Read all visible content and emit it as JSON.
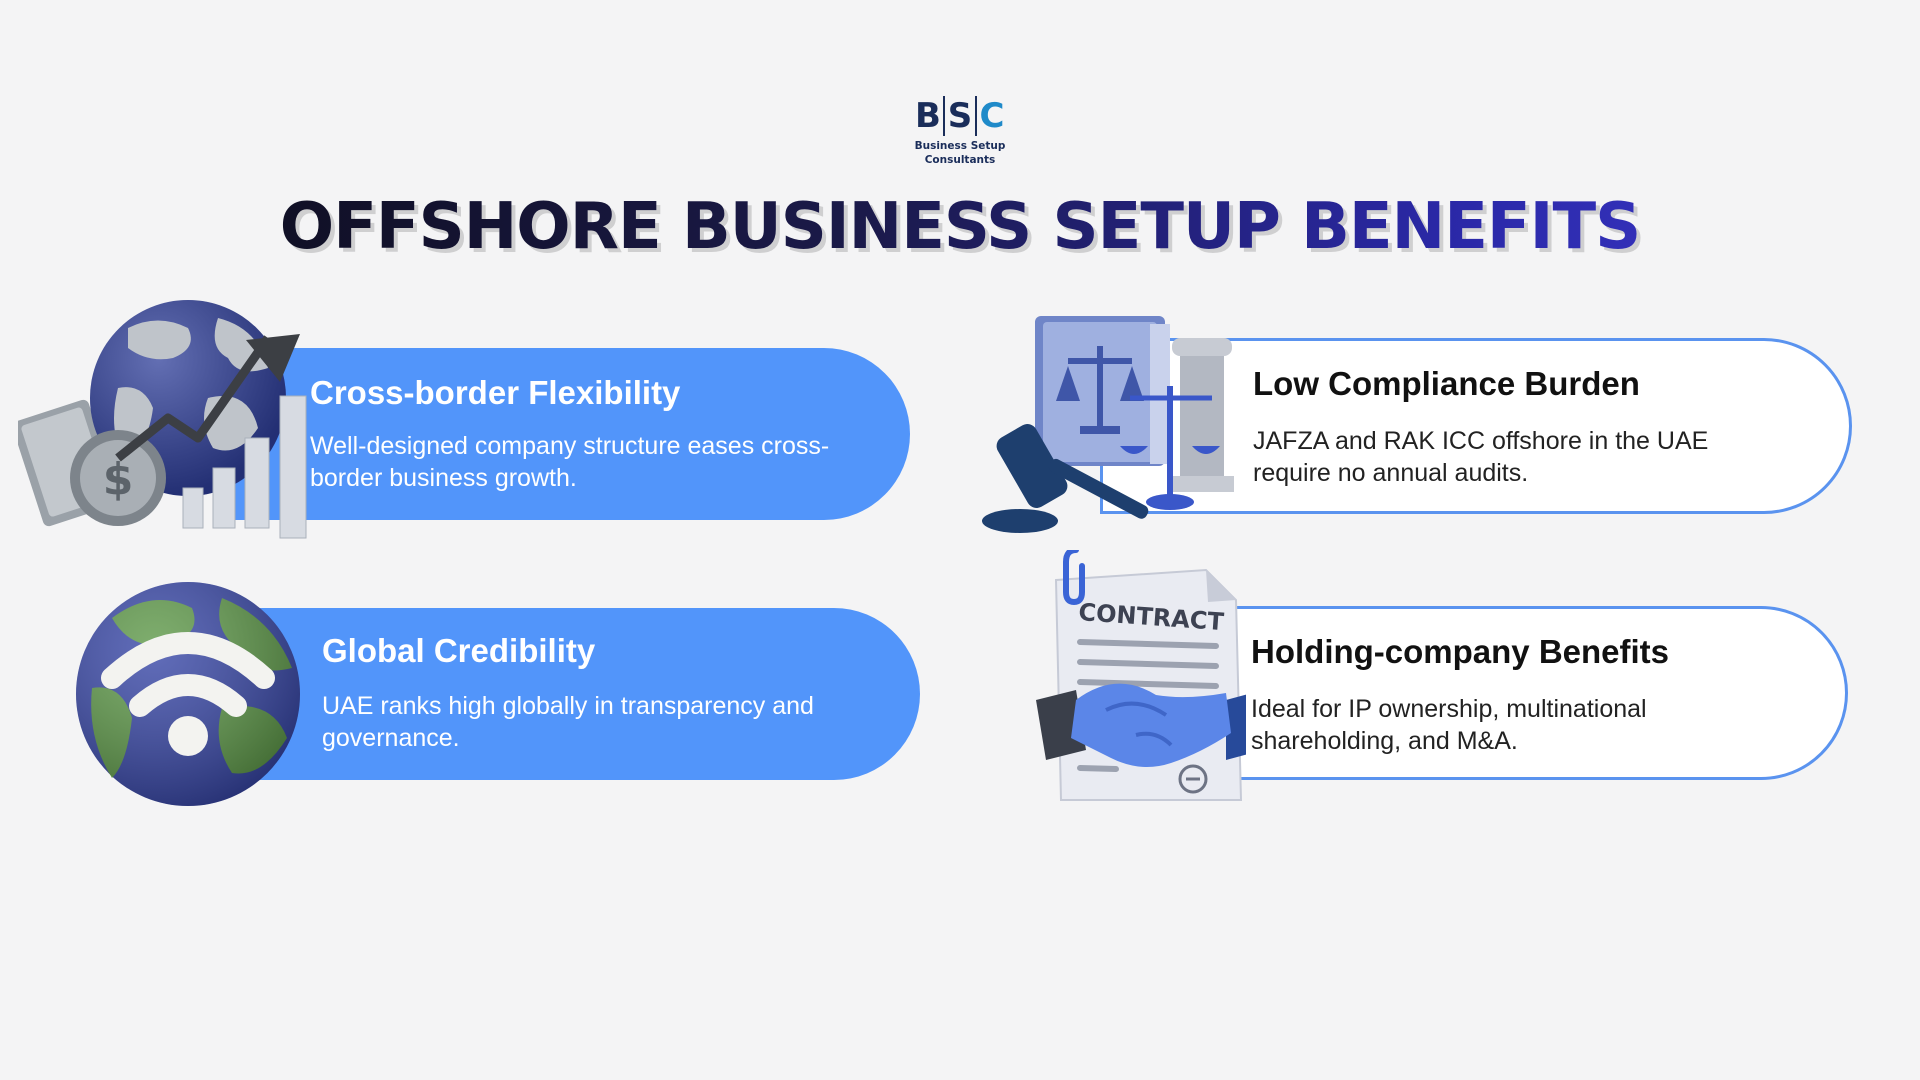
{
  "logo": {
    "letters": [
      "B",
      "S",
      "C"
    ],
    "subtitle_line1": "Business Setup",
    "subtitle_line2": "Consultants"
  },
  "title": "OFFSHORE BUSINESS SETUP BENEFITS",
  "benefits": [
    {
      "title": "Cross-border Flexibility",
      "description": "Well-designed company structure eases cross-border business growth.",
      "icon": "globe-growth-chart-icon",
      "style": "blue"
    },
    {
      "title": "Low Compliance Burden",
      "description": "JAFZA and RAK ICC offshore in the UAE require no annual audits.",
      "icon": "law-scales-gavel-icon",
      "style": "white"
    },
    {
      "title": "Global Credibility",
      "description": "UAE ranks high globally in transparency and governance.",
      "icon": "globe-wifi-icon",
      "style": "blue"
    },
    {
      "title": "Holding-company Benefits",
      "description": "Ideal for IP ownership, multinational shareholding, and M&A.",
      "icon": "contract-handshake-icon",
      "style": "white"
    }
  ],
  "contract_label": "CONTRACT",
  "colors": {
    "card_blue": "#5295fa",
    "card_border": "#5a93ef",
    "logo_navy": "#1a2d5a",
    "logo_accent": "#1f8ac9",
    "background": "#f4f4f5"
  }
}
